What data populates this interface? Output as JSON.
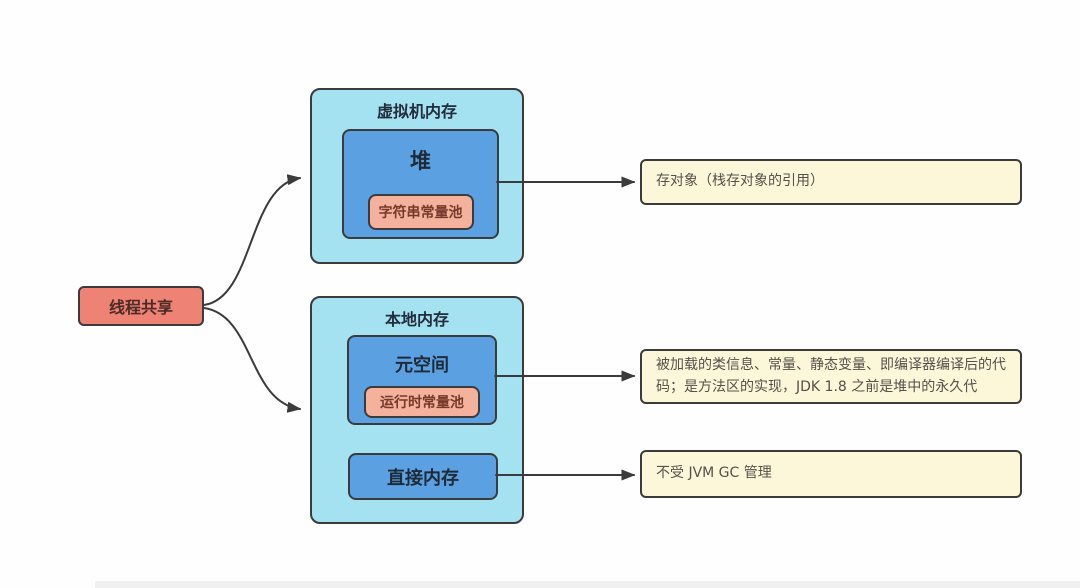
{
  "diagram": {
    "title_hint": "JVM memory regions mind-map fragment",
    "nodes": {
      "thread_shared": {
        "label": "线程共享"
      },
      "vm_memory": {
        "title": "虚拟机内存"
      },
      "heap": {
        "label": "堆"
      },
      "string_pool": {
        "label": "字符串常量池"
      },
      "native_memory": {
        "title": "本地内存"
      },
      "metaspace": {
        "label": "元空间"
      },
      "runtime_pool": {
        "label": "运行时常量池"
      },
      "direct_memory": {
        "label": "直接内存"
      }
    },
    "notes": {
      "heap": "存对象（栈存对象的引用）",
      "metaspace": "被加载的类信息、常量、静态变量、即编译器编译后的代码；是方法区的实现，JDK 1.8 之前是堆中的永久代",
      "direct": "不受 JVM GC 管理"
    },
    "edges": [
      {
        "from": "thread_shared",
        "to": "vm_memory",
        "style": "curved-arrow"
      },
      {
        "from": "thread_shared",
        "to": "native_memory",
        "style": "curved-arrow"
      },
      {
        "from": "heap",
        "to": "note_heap",
        "style": "straight-arrow"
      },
      {
        "from": "metaspace",
        "to": "note_metaspace",
        "style": "straight-arrow"
      },
      {
        "from": "direct_memory",
        "to": "note_direct",
        "style": "straight-arrow"
      }
    ],
    "colors": {
      "container_fill": "#a5e2f1",
      "inner_fill": "#5ba1e2",
      "accent_fill": "#ee8274",
      "pool_fill": "#f4b29d",
      "note_fill": "#fcf7d9",
      "stroke": "#3b3b3b"
    }
  }
}
